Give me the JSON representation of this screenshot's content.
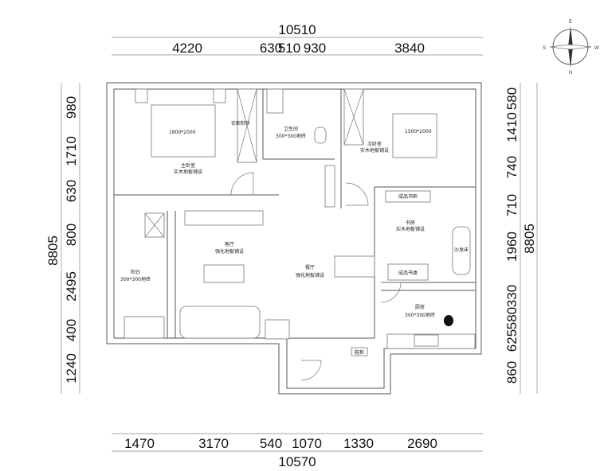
{
  "compass": {
    "n": "N",
    "e": "E",
    "s": "S",
    "w": "W"
  },
  "dimensions": {
    "top_total": "10510",
    "top": [
      "4220",
      "630",
      "510",
      "930",
      "3840"
    ],
    "bottom_total": "10570",
    "bottom": [
      "1470",
      "3170",
      "540",
      "1070",
      "1330",
      "2690"
    ],
    "left_total": "8805",
    "left": [
      "980",
      "1710",
      "630",
      "800",
      "2495",
      "400",
      "1240"
    ],
    "right_total": "8805",
    "right": [
      "580",
      "1410",
      "740",
      "710",
      "1960",
      "330",
      "580",
      "625",
      "860"
    ]
  },
  "rooms": {
    "master_bedroom": {
      "name": "主卧室",
      "floor": "实木地板铺设",
      "bed": "1800*2000"
    },
    "wardrobe": {
      "name": "衣柜制作"
    },
    "bathroom": {
      "name": "卫生间",
      "floor": "300*300地砖"
    },
    "second_bedroom": {
      "name": "次卧室",
      "floor": "实木地板铺设",
      "bed": "1500*2000"
    },
    "bookcase": {
      "name": "成品书柜"
    },
    "living_room": {
      "name": "客厅",
      "floor": "强化地板铺设"
    },
    "dining_room": {
      "name": "餐厅",
      "floor": "强化地板铺设"
    },
    "balcony": {
      "name": "阳台",
      "floor": "300*300地砖"
    },
    "study": {
      "name": "书房",
      "floor": "实木地板铺设",
      "sofa_bed": "沙发床",
      "desk": "成品书桌"
    },
    "kitchen": {
      "name": "厨房",
      "floor": "300*300地砖"
    },
    "shoe_cabinet": {
      "name": "鞋柜"
    }
  }
}
